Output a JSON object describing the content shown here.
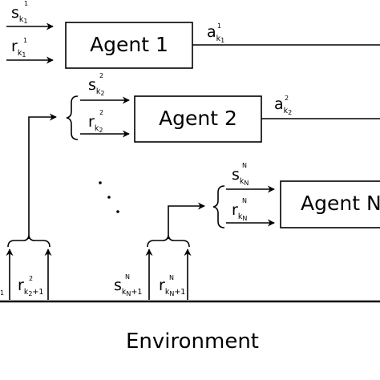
{
  "diagram": {
    "agents": [
      {
        "label": "Agent 1",
        "state": "s",
        "state_sub": "k",
        "state_sub_sub": "1",
        "state_sup": "1",
        "reward": "r",
        "reward_sub": "k",
        "reward_sub_sub": "1",
        "reward_sup": "1",
        "action": "a",
        "action_sub": "k",
        "action_sub_sub": "1",
        "action_sup": "1"
      },
      {
        "label": "Agent 2",
        "state": "s",
        "state_sub": "k",
        "state_sub_sub": "2",
        "state_sup": "2",
        "reward": "r",
        "reward_sub": "k",
        "reward_sub_sub": "2",
        "reward_sup": "2",
        "action": "a",
        "action_sub": "k",
        "action_sub_sub": "2",
        "action_sup": "2"
      },
      {
        "label": "Agent N",
        "state": "s",
        "state_sub": "k",
        "state_sub_sub": "N",
        "state_sup": "N",
        "reward": "r",
        "reward_sub": "k",
        "reward_sub_sub": "N",
        "reward_sup": "N"
      }
    ],
    "feedback": [
      {
        "left_frag": "1",
        "reward": "r",
        "reward_sub": "k",
        "reward_sub_sub": "2",
        "reward_sub_plus": "+1",
        "reward_sup": "2"
      },
      {
        "state": "s",
        "state_sub": "k",
        "state_sub_sub": "N",
        "state_sub_plus": "+1",
        "state_sup": "N",
        "reward": "r",
        "reward_sub": "k",
        "reward_sub_sub": "N",
        "reward_sub_plus": "+1",
        "reward_sup": "N"
      }
    ],
    "ellipsis": "· · ·",
    "environment_label": "Environment"
  },
  "colors": {
    "stroke": "#000000",
    "background": "#ffffff"
  }
}
